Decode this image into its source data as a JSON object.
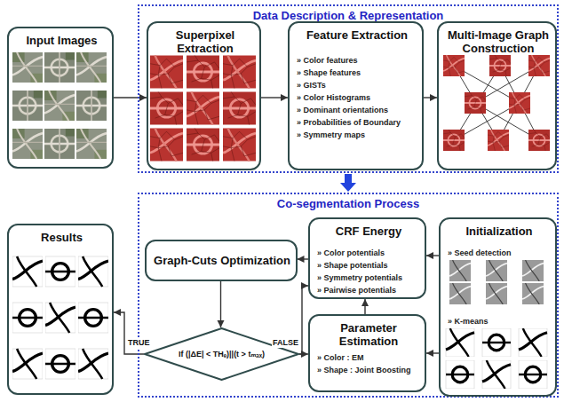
{
  "diagram": {
    "nodes": [
      {
        "text": [
          "Input Images"
        ]
      },
      {
        "text": [
          "Data Description & Representation"
        ]
      },
      {
        "text": [
          "Superpixel Extraction"
        ],
        "in": 1
      },
      {
        "text": [
          "Feature Extraction",
          "» Color features",
          "» Shape features",
          "» GISTs",
          "» Color Histograms",
          "» Dominant orientations",
          "» Probabilities of Boundary",
          "» Symmetry maps"
        ],
        "in": 1
      },
      {
        "text": [
          "Multi-Image Graph Construction"
        ],
        "in": 1
      },
      {
        "text": [
          "Co-segmentation Process"
        ]
      },
      {
        "text": [
          "Results"
        ]
      },
      {
        "text": [
          "Graph-Cuts Optimization"
        ],
        "in": 5
      },
      {
        "text": [
          "CRF Energy",
          "» Color potentials",
          "» Shape potentials",
          "» Symmetry potentials",
          "» Pairwise potentials"
        ],
        "in": 5
      },
      {
        "text": [
          "Initialization",
          "» Seed detection",
          "» K-means"
        ],
        "in": 5
      },
      {
        "text": [
          "If (|ΔE| < THₑ)||(t > tₘₐₓ)"
        ],
        "in": 5
      },
      {
        "text": [
          "Parameter Estimation",
          "» Color : EM",
          "» Shape : Joint Boosting"
        ],
        "in": 5
      }
    ],
    "edges": [
      {
        "from": 0,
        "to": 2,
        "arrow": "to"
      },
      {
        "from": 2,
        "to": 3,
        "arrow": "to"
      },
      {
        "from": 3,
        "to": 4,
        "arrow": "to"
      },
      {
        "from": 1,
        "to": 5,
        "arrow": "to"
      },
      {
        "from": 9,
        "to": 8,
        "arrow": "to"
      },
      {
        "from": 9,
        "to": 11,
        "arrow": "to"
      },
      {
        "from": 8,
        "to": 7,
        "arrow": "to"
      },
      {
        "from": 7,
        "to": 10,
        "arrow": "to"
      },
      {
        "from": 10,
        "to": 6,
        "label": "TRUE",
        "arrow": "to"
      },
      {
        "from": 10,
        "to": 11,
        "label": "FALSE",
        "arrow": "to"
      },
      {
        "from": 10,
        "to": 8,
        "arrow": "to"
      },
      {
        "from": 11,
        "to": 8,
        "arrow": "to"
      }
    ]
  }
}
